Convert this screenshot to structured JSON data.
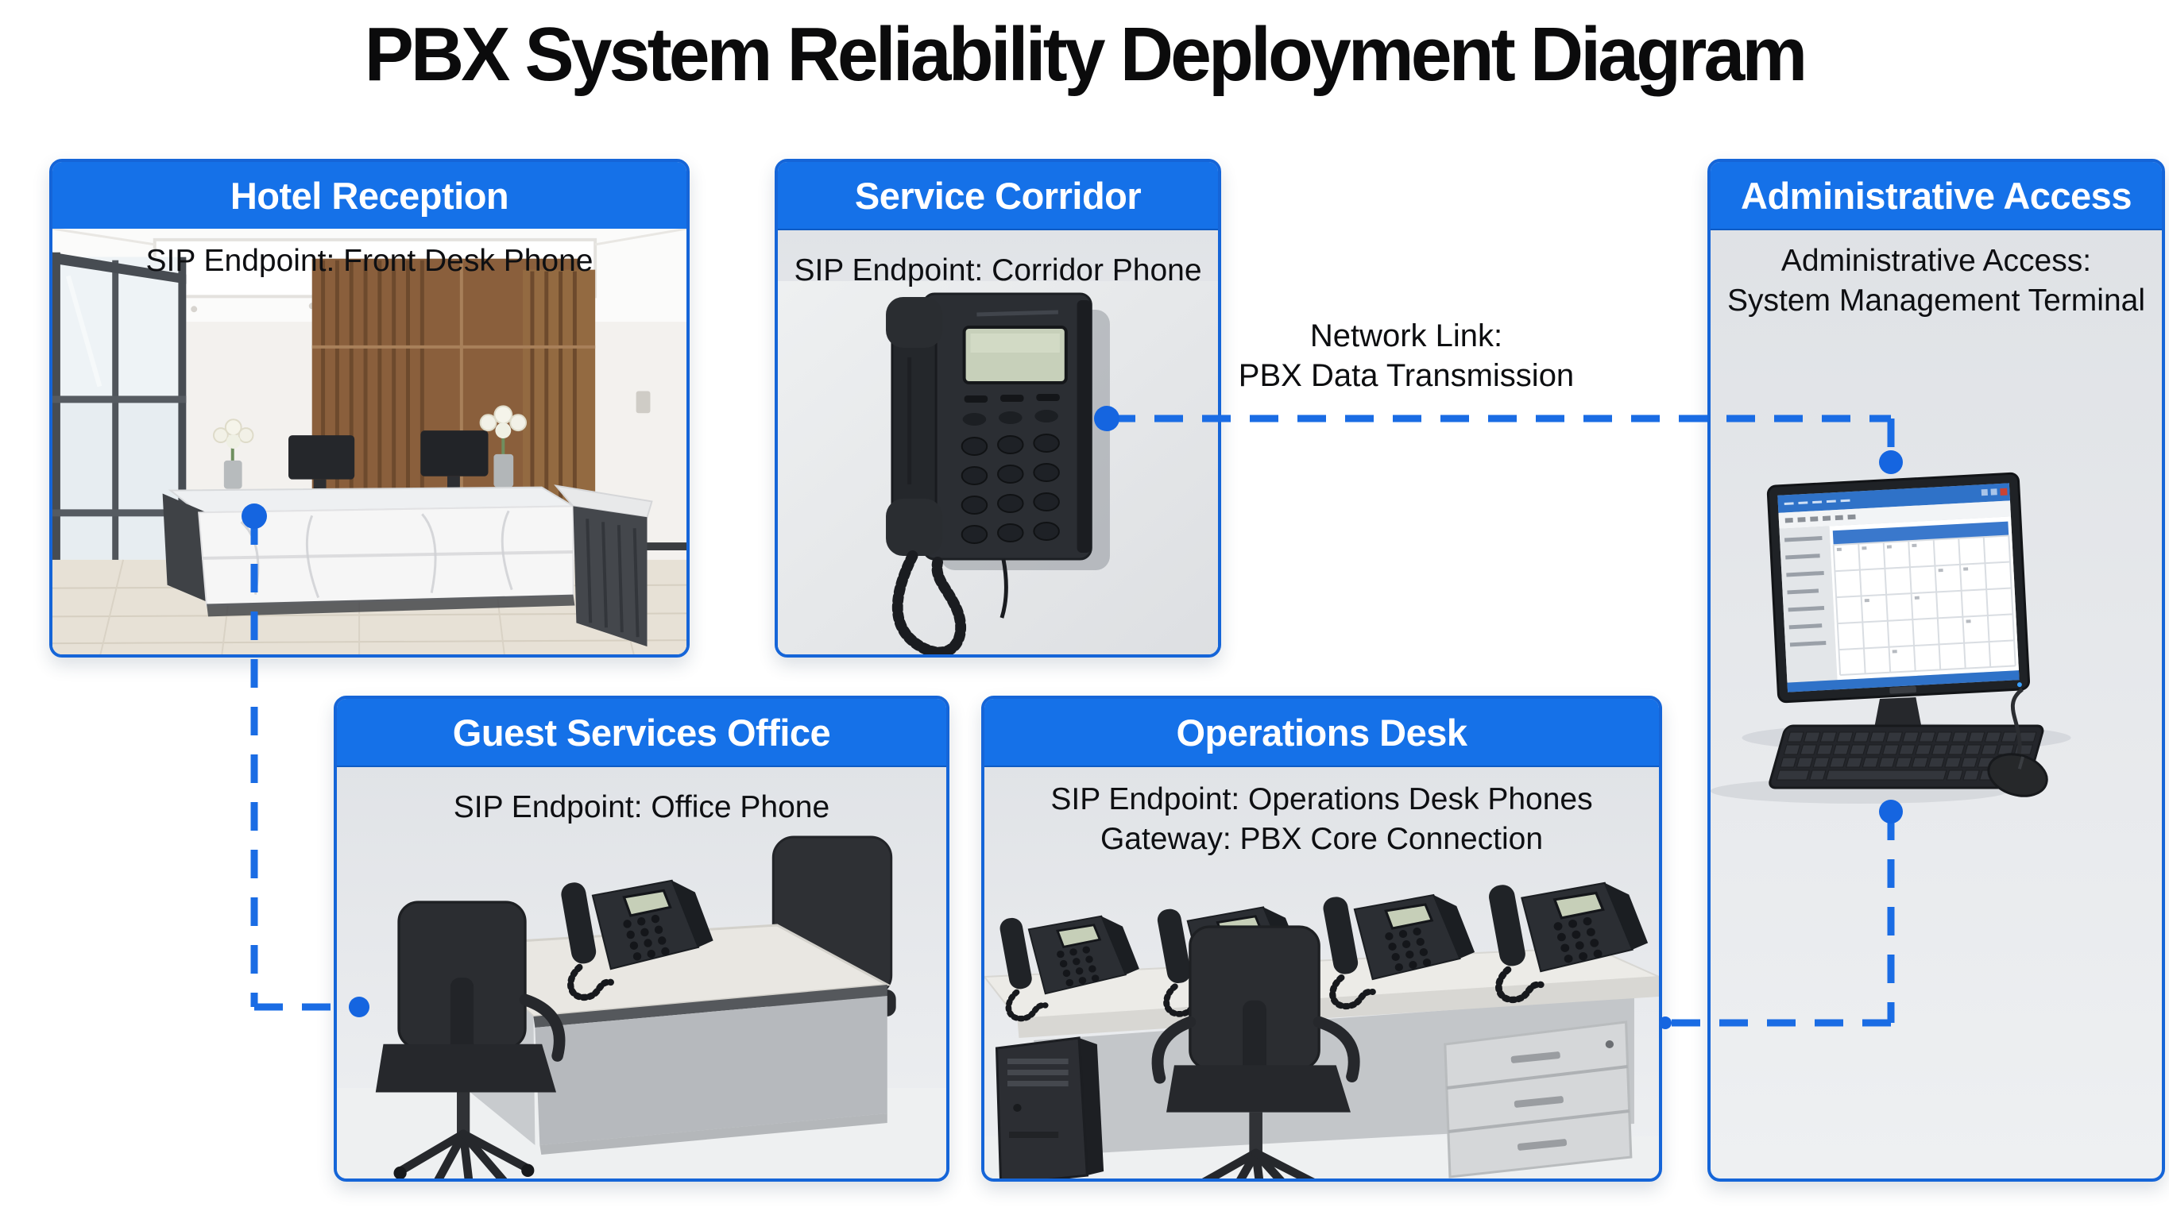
{
  "title": "PBX System Reliability Deployment Diagram",
  "colors": {
    "header_blue": "#1571e8",
    "border_blue": "#1565d8",
    "connector_blue": "#1a6ce4",
    "box_body_gray": "#e3e5e9",
    "title_black": "#0b0b0c"
  },
  "boxes": {
    "hotel_reception": {
      "header": "Hotel Reception",
      "caption": "SIP Endpoint: Front Desk Phone",
      "illustration": "hotel-reception-lobby-photo"
    },
    "service_corridor": {
      "header": "Service Corridor",
      "caption": "SIP Endpoint: Corridor Phone",
      "illustration": "wall-mounted-phone-photo"
    },
    "administrative_access": {
      "header": "Administrative Access",
      "caption_line1": "Administrative Access:",
      "caption_line2": "System Management Terminal",
      "illustration": "system-management-terminal-photo"
    },
    "guest_services": {
      "header": "Guest Services Office",
      "caption": "SIP Endpoint: Office Phone",
      "illustration": "office-desk-with-phone-photo"
    },
    "operations_desk": {
      "header": "Operations Desk",
      "caption_line1": "SIP Endpoint: Operations Desk Phones",
      "caption_line2": "Gateway: PBX Core Connection",
      "illustration": "operations-desk-four-phones-photo"
    }
  },
  "connections": {
    "network_link": {
      "line1": "Network Link:",
      "line2": "PBX Data Transmission"
    }
  }
}
